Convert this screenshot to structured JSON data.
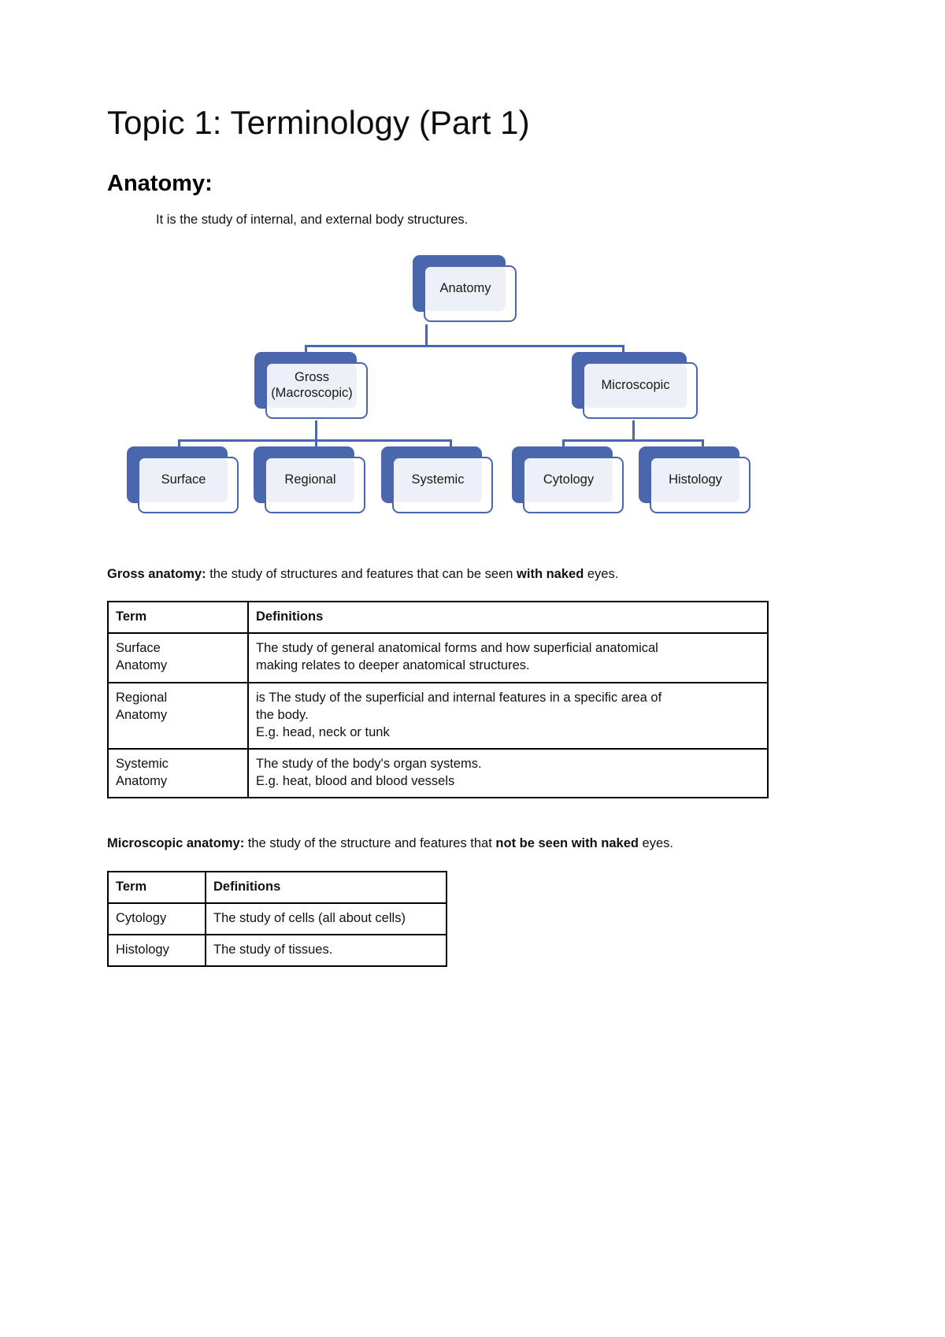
{
  "document": {
    "title": "Topic 1: Terminology (Part 1)",
    "section_heading": "Anatomy:",
    "intro": "It is the study of internal, and external body structures."
  },
  "diagram": {
    "type": "hierarchy",
    "accent_color": "#4A67AE",
    "node_fill": "#EDF0F7",
    "nodes": {
      "root": "Anatomy",
      "gross_line1": "Gross",
      "gross_line2": "(Macroscopic)",
      "microscopic": "Microscopic",
      "surface": "Surface",
      "regional": "Regional",
      "systemic": "Systemic",
      "cytology": "Cytology",
      "histology": "Histology"
    }
  },
  "gross_paragraph": {
    "lead": "Gross anatomy:",
    "mid": " the study of structures and features that can be seen ",
    "emphasis": "with naked",
    "tail": " eyes."
  },
  "table_gross": {
    "headers": {
      "term": "Term",
      "definition": "Definitions"
    },
    "rows": [
      {
        "term_line1": "Surface",
        "term_line2": "Anatomy",
        "def_line1": "The study of general anatomical forms and how superficial anatomical",
        "def_line2": "making relates to deeper anatomical structures.",
        "def_line3": ""
      },
      {
        "term_line1": "Regional",
        "term_line2": "Anatomy",
        "def_line1": "is The study of the superficial and internal features in a specific area of",
        "def_line2": "the body.",
        "def_line3": "E.g. head, neck or tunk"
      },
      {
        "term_line1": "Systemic",
        "term_line2": "Anatomy",
        "def_line1": "The study of the body's organ systems.",
        "def_line2": "E.g. heat, blood and blood vessels",
        "def_line3": ""
      }
    ]
  },
  "micro_paragraph": {
    "lead": "Microscopic anatomy:",
    "mid": " the study of the structure and features that ",
    "emphasis": "not be seen with naked",
    "tail": " eyes."
  },
  "table_micro": {
    "headers": {
      "term": "Term",
      "definition": "Definitions"
    },
    "rows": [
      {
        "term": "Cytology",
        "definition": "The study of cells (all about cells)"
      },
      {
        "term": "Histology",
        "definition": "The study of tissues."
      }
    ]
  }
}
